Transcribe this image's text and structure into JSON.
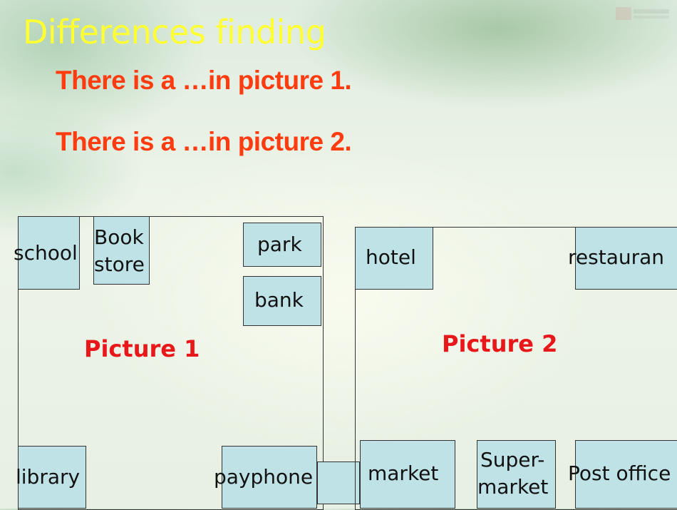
{
  "slide": {
    "title": "Differences finding",
    "line1": "There is a …in picture 1.",
    "line2": "There is a …in picture 2."
  },
  "picture1": {
    "name": "Picture 1",
    "places": {
      "school": "school",
      "bookstore_1": "Book",
      "bookstore_2": "store",
      "park": "park",
      "bank": "bank",
      "library": "library",
      "payphone": "payphone"
    }
  },
  "picture2": {
    "name": "Picture 2",
    "places": {
      "hotel": "hotel",
      "restaurant": "restauran",
      "market": "market",
      "supermarket_1": "Super-",
      "supermarket_2": "market",
      "postoffice": "Post office"
    }
  },
  "colors": {
    "title": "#ffff33",
    "instructions": "#ff3b10",
    "picture_label": "#e8171a",
    "place_fill": "#bfe2e6"
  }
}
